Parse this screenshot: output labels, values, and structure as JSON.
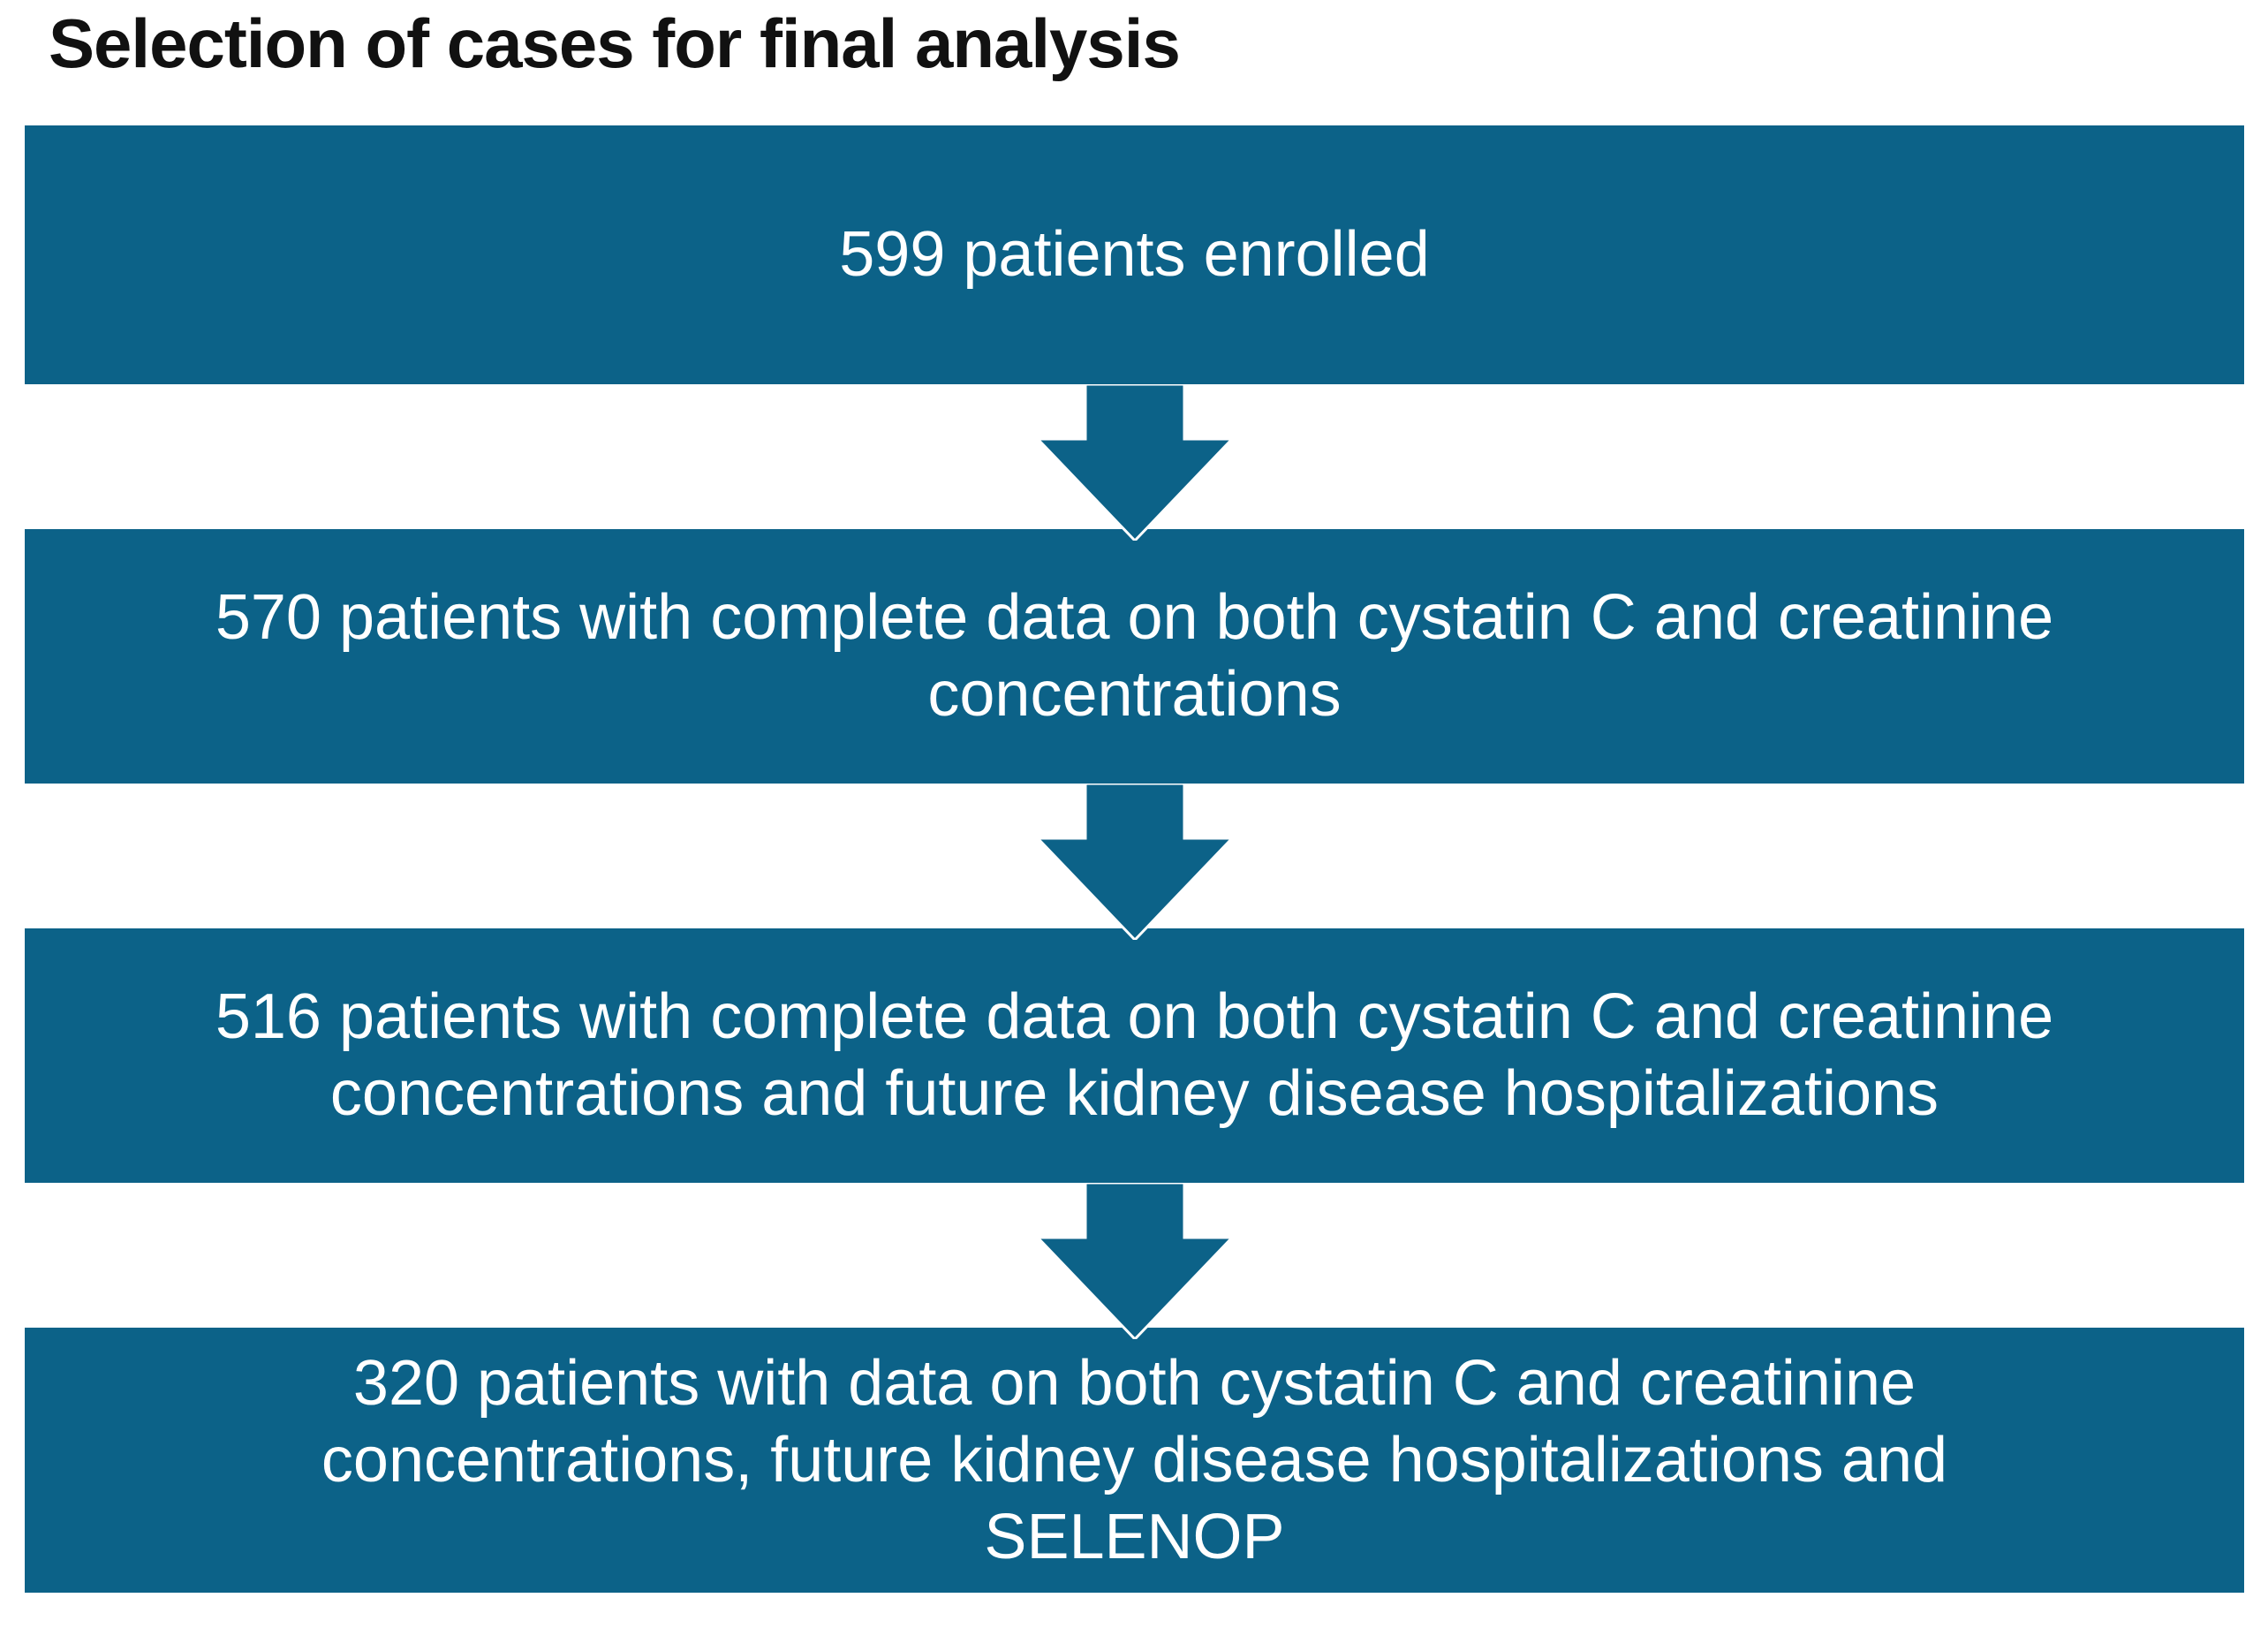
{
  "title": "Selection of cases for final analysis",
  "colors": {
    "box_fill": "#0c6288",
    "box_text": "#ffffff",
    "title_text": "#111111",
    "background": "#ffffff"
  },
  "flow": {
    "connector": "down-arrow",
    "boxes": [
      {
        "name": "enrolled",
        "lines": [
          "599 patients enrolled"
        ]
      },
      {
        "name": "complete-data",
        "lines": [
          "570 patients with complete data on both cystatin C and creatinine",
          "concentrations"
        ]
      },
      {
        "name": "complete-data-and-hospitalizations",
        "lines": [
          "516 patients with complete data on both cystatin C and creatinine",
          "concentrations and future kidney disease hospitalizations"
        ]
      },
      {
        "name": "selenop",
        "lines": [
          "320 patients with data on both cystatin C and creatinine",
          "concentrations, future kidney disease hospitalizations and",
          "SELENOP"
        ]
      }
    ]
  }
}
